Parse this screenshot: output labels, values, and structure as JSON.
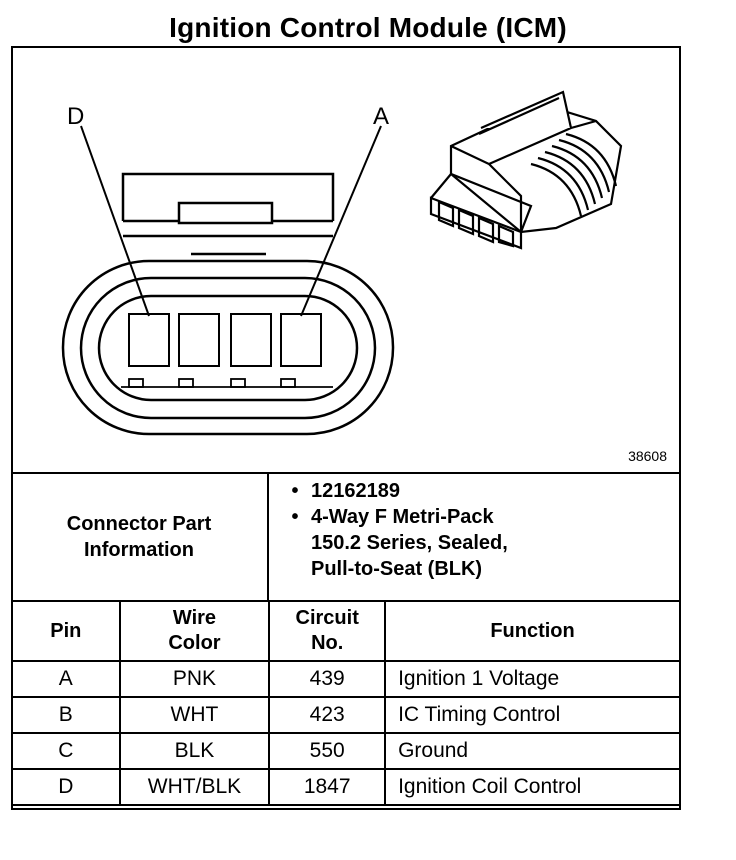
{
  "title": "Ignition Control Module (ICM)",
  "figure": {
    "pin_label_left": "D",
    "pin_label_right": "A",
    "figure_number": "38608"
  },
  "connector_info": {
    "heading": "Connector Part Information",
    "bullets": [
      "12162189",
      "4-Way F Metri-Pack\n150.2 Series, Sealed,\nPull-to-Seat (BLK)"
    ]
  },
  "table": {
    "headers": [
      "Pin",
      "Wire\nColor",
      "Circuit\nNo.",
      "Function"
    ],
    "rows": [
      {
        "pin": "A",
        "color": "PNK",
        "circuit": "439",
        "function": "Ignition 1 Voltage"
      },
      {
        "pin": "B",
        "color": "WHT",
        "circuit": "423",
        "function": "IC Timing Control"
      },
      {
        "pin": "C",
        "color": "BLK",
        "circuit": "550",
        "function": "Ground"
      },
      {
        "pin": "D",
        "color": "WHT/BLK",
        "circuit": "1847",
        "function": "Ignition Coil Control"
      }
    ]
  }
}
